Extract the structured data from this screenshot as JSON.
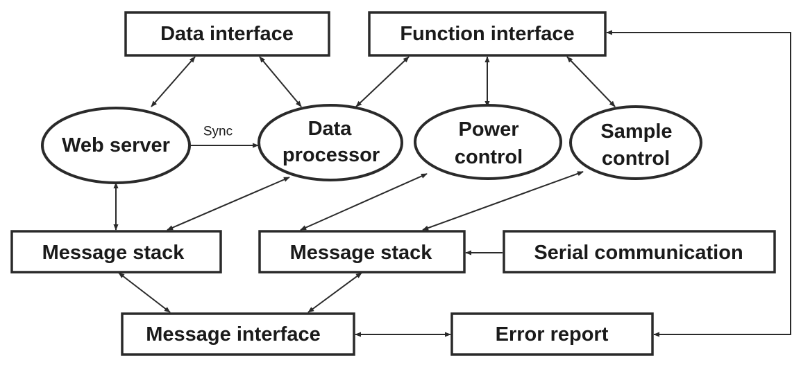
{
  "nodes": {
    "data_interface": {
      "label": "Data interface"
    },
    "function_interface": {
      "label": "Function interface"
    },
    "web_server": {
      "label": "Web server"
    },
    "data_processor": {
      "line1": "Data",
      "line2": "processor"
    },
    "power_control": {
      "line1": "Power",
      "line2": "control"
    },
    "sample_control": {
      "line1": "Sample",
      "line2": "control"
    },
    "message_stack_left": {
      "label": "Message stack"
    },
    "message_stack_right": {
      "label": "Message stack"
    },
    "serial_communication": {
      "label": "Serial communication"
    },
    "message_interface": {
      "label": "Message interface"
    },
    "error_report": {
      "label": "Error report"
    }
  },
  "edges": {
    "sync": {
      "label": "Sync"
    }
  },
  "colors": {
    "stroke": "#2a2a2a",
    "text": "#1a1a1a",
    "background": "#ffffff"
  }
}
